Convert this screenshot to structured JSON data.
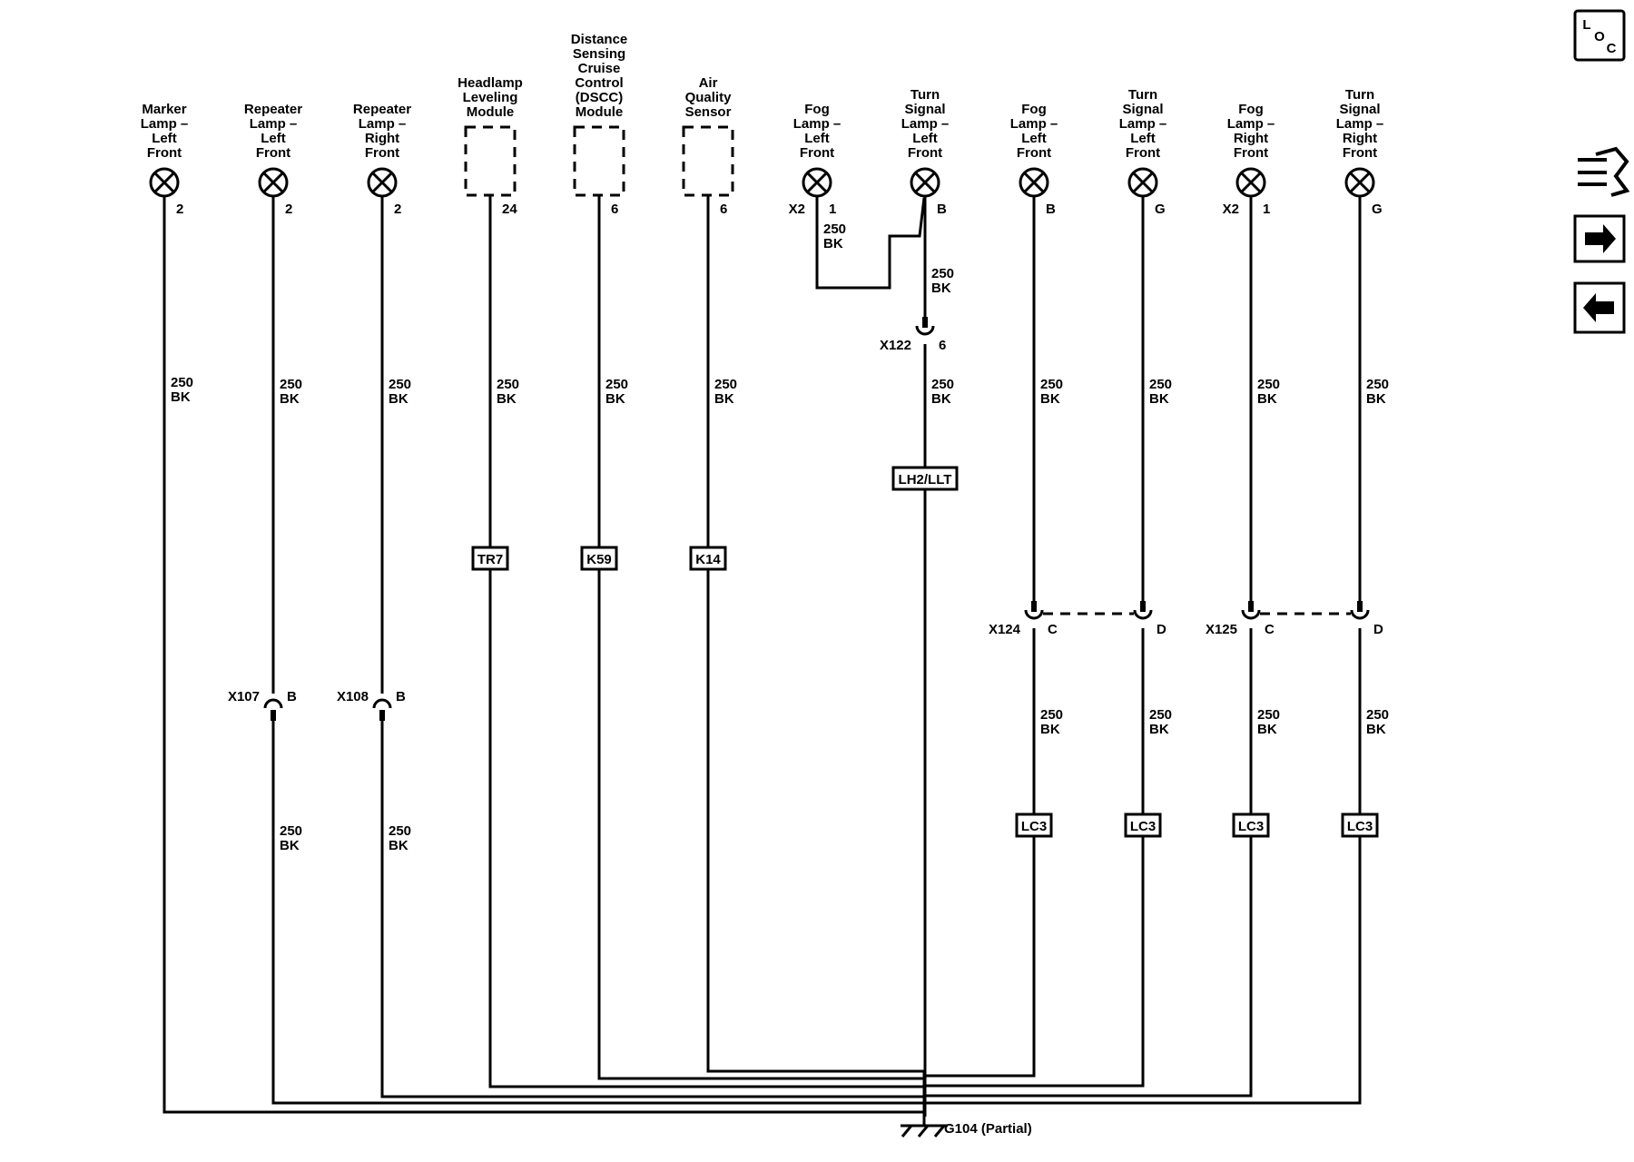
{
  "ground": {
    "label": "G104 (Partial)"
  },
  "wire_spec": {
    "size": "250",
    "color": "BK"
  },
  "nav": {
    "loc": {
      "l": "L",
      "o": "O",
      "c": "C"
    },
    "icons": [
      "connector-end-view-icon",
      "next-page-arrow-icon",
      "previous-page-arrow-icon"
    ]
  },
  "components": [
    {
      "id": "marker-lamp-left-front",
      "title": [
        "Marker",
        "Lamp –",
        "Left",
        "Front"
      ],
      "type": "lamp",
      "pin": "2"
    },
    {
      "id": "repeater-lamp-left-front",
      "title": [
        "Repeater",
        "Lamp –",
        "Left",
        "Front"
      ],
      "type": "lamp",
      "pin": "2",
      "inline": {
        "connector": "X107",
        "pin": "B"
      }
    },
    {
      "id": "repeater-lamp-right-front",
      "title": [
        "Repeater",
        "Lamp –",
        "Right",
        "Front"
      ],
      "type": "lamp",
      "pin": "2",
      "inline": {
        "connector": "X108",
        "pin": "B"
      }
    },
    {
      "id": "headlamp-leveling-module",
      "title": [
        "Headlamp",
        "Leveling",
        "Module"
      ],
      "type": "module",
      "pin": "24",
      "option": "TR7"
    },
    {
      "id": "dscc-module",
      "title": [
        "Distance",
        "Sensing",
        "Cruise",
        "Control",
        "(DSCC)",
        "Module"
      ],
      "type": "module",
      "pin": "6",
      "option": "K59"
    },
    {
      "id": "air-quality-sensor",
      "title": [
        "Air",
        "Quality",
        "Sensor"
      ],
      "type": "module",
      "pin": "6",
      "option": "K14"
    },
    {
      "id": "fog-lamp-left-front-x2",
      "title": [
        "Fog",
        "Lamp –",
        "Left",
        "Front"
      ],
      "type": "lamp",
      "pin": "1",
      "connector": "X2"
    },
    {
      "id": "turn-signal-lamp-left-front-b",
      "title": [
        "Turn",
        "Signal",
        "Lamp –",
        "Left",
        "Front"
      ],
      "type": "lamp",
      "pin": "B",
      "inline": {
        "connector": "X122",
        "pin": "6"
      },
      "option": "LH2/LLT"
    },
    {
      "id": "fog-lamp-left-front-b",
      "title": [
        "Fog",
        "Lamp –",
        "Left",
        "Front"
      ],
      "type": "lamp",
      "pin": "B",
      "inline": {
        "connector": "X124",
        "pin": "C"
      },
      "option": "LC3"
    },
    {
      "id": "turn-signal-lamp-left-front-g",
      "title": [
        "Turn",
        "Signal",
        "Lamp –",
        "Left",
        "Front"
      ],
      "type": "lamp",
      "pin": "G",
      "inline": {
        "connector": "",
        "pin": "D"
      },
      "option": "LC3"
    },
    {
      "id": "fog-lamp-right-front",
      "title": [
        "Fog",
        "Lamp –",
        "Right",
        "Front"
      ],
      "type": "lamp",
      "pin": "1",
      "connector": "X2",
      "inline": {
        "connector": "X125",
        "pin": "C"
      },
      "option": "LC3"
    },
    {
      "id": "turn-signal-lamp-right-front",
      "title": [
        "Turn",
        "Signal",
        "Lamp –",
        "Right",
        "Front"
      ],
      "type": "lamp",
      "pin": "G",
      "inline": {
        "connector": "",
        "pin": "D"
      },
      "option": "LC3"
    }
  ]
}
